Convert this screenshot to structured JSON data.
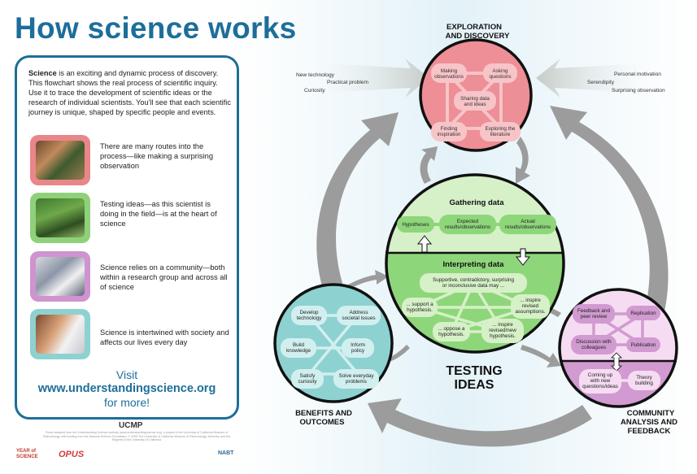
{
  "title": "How science works",
  "intro": {
    "term": "Science",
    "body": " is an exciting and dynamic process of discovery. This flowchart shows the real process of scientific inquiry. Use it to trace the development of scientific ideas or the research of individual scientists. You'll see that each scientific journey is unique, shaped by specific people and events."
  },
  "cards": [
    {
      "text": "There are many routes into the process—like making a surprising observation",
      "color": "#e8868a"
    },
    {
      "text": "Testing ideas—as this scientist is doing in the field—is at the heart of science",
      "color": "#8fd17a"
    },
    {
      "text": "Science relies on a community—both within a research group and across all of science",
      "color": "#cf93cf"
    },
    {
      "text": "Science is intertwined with society and affects our lives every day",
      "color": "#8ed1d1"
    }
  ],
  "visit": {
    "line1": "Visit",
    "url": "www.understandingscience.org",
    "line3": "for more!"
  },
  "logos": {
    "ucmp": "UCMP",
    "year": "YEAR of SCIENCE",
    "opus": "OPUS",
    "nabt": "NABT"
  },
  "footer_note": "Poster adapted from the Understanding Science website (www.understandingscience.org), a project of the University of California Museum of Paleontology, with funding from the National Science Foundation. © 2009 The University of California Museum of Paleontology, Berkeley, and the Regents of the University of California",
  "exploration": {
    "title_line1": "EXPLORATION",
    "title_line2": "AND DISCOVERY",
    "nodes": {
      "making": [
        "Making",
        "observations"
      ],
      "asking": [
        "Asking",
        "questions"
      ],
      "sharing": [
        "Sharing data",
        "and ideas"
      ],
      "finding": [
        "Finding",
        "inspiration"
      ],
      "exploring": [
        "Exploring the",
        "literature"
      ]
    },
    "inputs_left": [
      "New technology",
      "Practical problem",
      "Curiosity"
    ],
    "inputs_right": [
      "Personal motivation",
      "Serendipity",
      "Surprising observation"
    ]
  },
  "testing": {
    "gathering_title": "Gathering data",
    "gathering_nodes": {
      "hypotheses": [
        "Hypotheses"
      ],
      "expected": [
        "Expected",
        "results/observations"
      ],
      "actual": [
        "Actual",
        "results/observations"
      ]
    },
    "interpreting_title": "Interpreting data",
    "interpreting_nodes": {
      "supportive": [
        "Supportive, contradictory, surprising",
        "or inconclusive data may ..."
      ],
      "support": [
        "... support a",
        "hypothesis."
      ],
      "inspire_revised": [
        "... inspire",
        "revised",
        "assumptions."
      ],
      "oppose": [
        "... oppose a",
        "hypothesis."
      ],
      "inspire_new": [
        "... inspire",
        "revised/new",
        "hypothesis."
      ]
    },
    "label_line1": "TESTING",
    "label_line2": "IDEAS"
  },
  "benefits": {
    "title_line1": "BENEFITS AND",
    "title_line2": "OUTCOMES",
    "nodes": {
      "develop": [
        "Develop",
        "technology"
      ],
      "address": [
        "Address",
        "societal issues"
      ],
      "build": [
        "Build",
        "knowledge"
      ],
      "inform": [
        "Inform",
        "policy"
      ],
      "satisfy": [
        "Satisfy",
        "curiosity"
      ],
      "solve": [
        "Solve everyday",
        "problems"
      ]
    }
  },
  "community": {
    "title_line1": "COMMUNITY",
    "title_line2": "ANALYSIS AND",
    "title_line3": "FEEDBACK",
    "nodes": {
      "feedback": [
        "Feedback and",
        "peer review"
      ],
      "replication": [
        "Replication"
      ],
      "discussion": [
        "Discussion with",
        "colleagues"
      ],
      "publication": [
        "Publication"
      ],
      "coming": [
        "Coming up",
        "with new",
        "questions/ideas"
      ],
      "theory": [
        "Theory",
        "building"
      ]
    }
  }
}
